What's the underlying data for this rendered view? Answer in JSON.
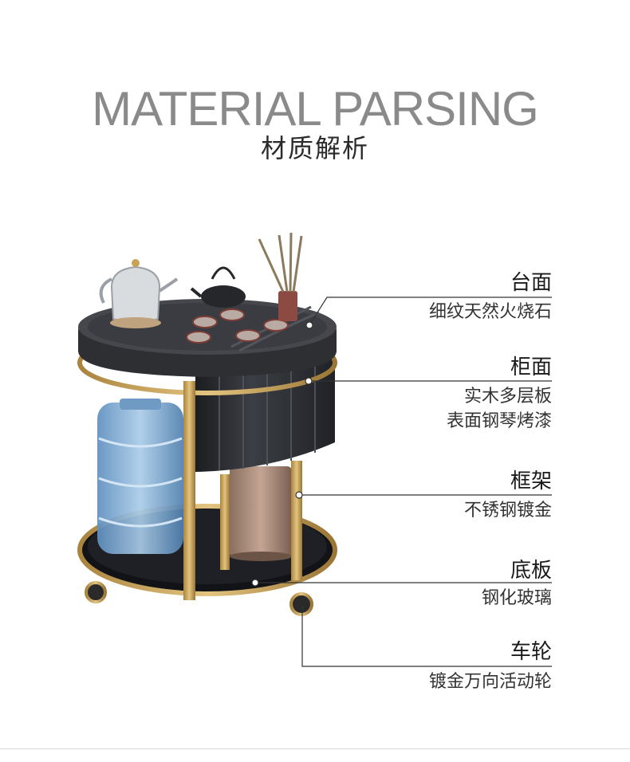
{
  "header": {
    "title_en": "MATERIAL PARSING",
    "title_cn": "材质解析"
  },
  "callouts": [
    {
      "title": "台面",
      "desc": [
        "细纹天然火烧石"
      ]
    },
    {
      "title": "柜面",
      "desc": [
        "实木多层板",
        "表面钢琴烤漆"
      ]
    },
    {
      "title": "框架",
      "desc": [
        "不锈钢镀金"
      ]
    },
    {
      "title": "底板",
      "desc": [
        "钢化玻璃"
      ]
    },
    {
      "title": "车轮",
      "desc": [
        "镀金万向活动轮"
      ]
    }
  ],
  "colors": {
    "gold": "#c9a25a",
    "stone": "#3a3b3e",
    "cabinet": "#2b2d31",
    "title_gray": "#8a8a8a"
  }
}
